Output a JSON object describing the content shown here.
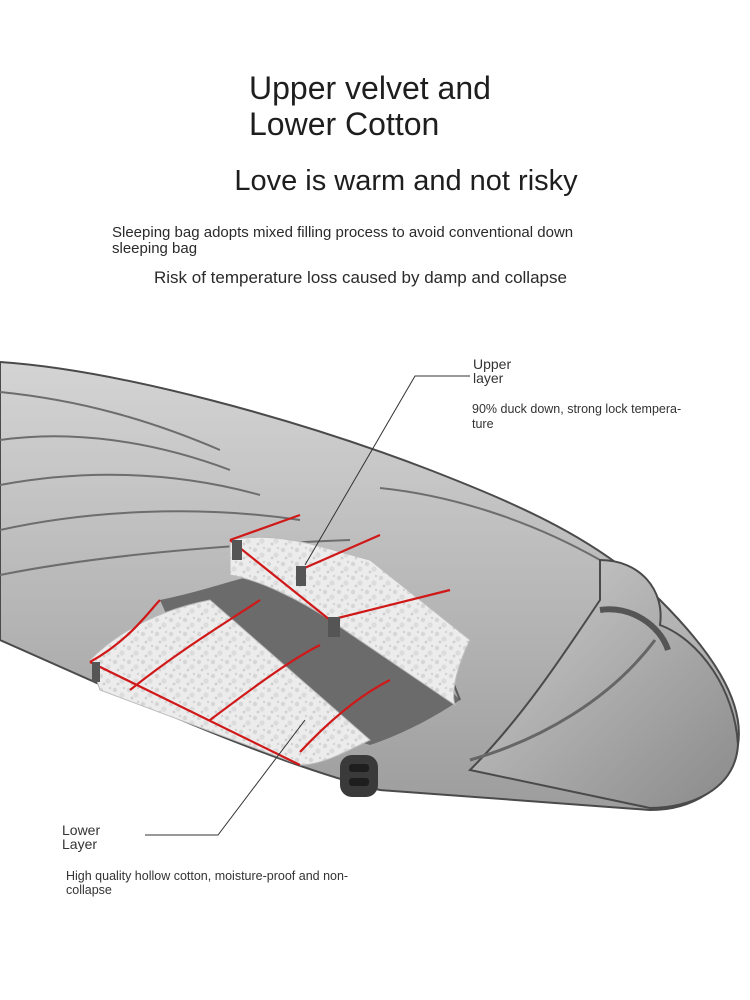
{
  "header": {
    "title_line1": "Upper velvet and",
    "title_line2": "Lower Cotton",
    "tagline": "Love is warm and not risky",
    "description": "Sleeping bag adopts mixed filling process to avoid conventional down sleeping bag",
    "description2": "Risk of temperature loss caused by damp and collapse"
  },
  "upper": {
    "title_line1": "Upper",
    "title_line2": "layer",
    "body_line1": "90% duck down, strong lock tempera-",
    "body_line2": "ture"
  },
  "lower": {
    "title_line1": "Lower",
    "title_line2": "Layer",
    "body_line1": "High quality hollow cotton, moisture-proof and non-",
    "body_line2": "collapse"
  },
  "colors": {
    "shell": "#b9b9b9",
    "shell_dark": "#8e8e8e",
    "lining": "#6e6e6e",
    "stitch": "#d01818",
    "fill": "#e9e9e9"
  }
}
